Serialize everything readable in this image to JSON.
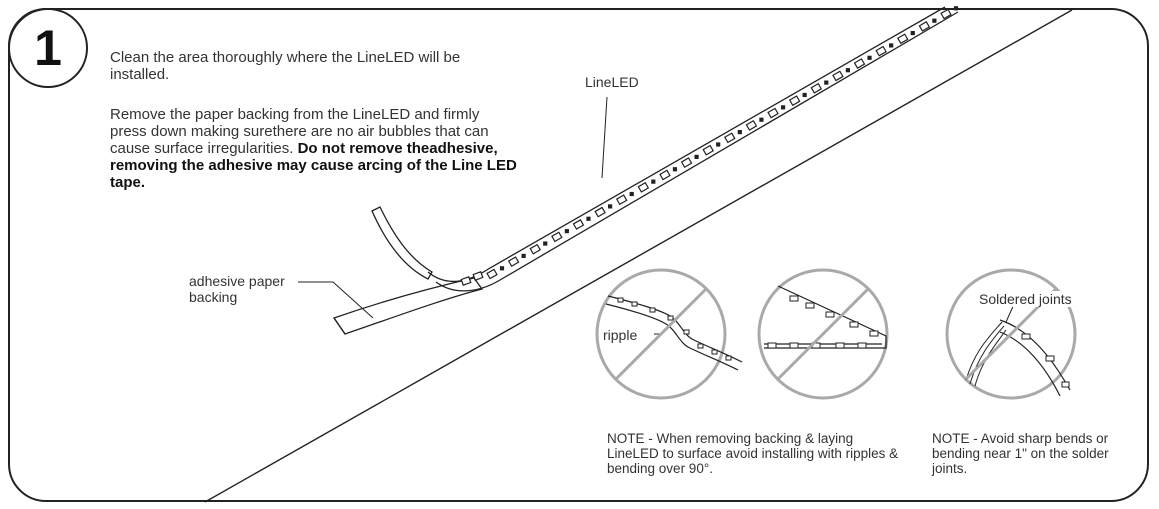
{
  "step": {
    "number": "1"
  },
  "instructions": {
    "intro": "Clean the area thoroughly where the LineLED will be installed.",
    "body": "Remove the paper backing from the LineLED and firmly press down making surethere are no air bubbles that can cause surface irregularities.",
    "warning": "Do not remove theadhesive, removing the adhesive may cause arcing of the Line LED tape."
  },
  "labels": {
    "lineled": "LineLED",
    "backing": "adhesive paper backing",
    "ripple": "ripple",
    "soldered": "Soldered joints"
  },
  "notes": {
    "ripples": "NOTE - When removing backing & laying LineLED to surface avoid installing with ripples & bending over 90°.",
    "bends": "NOTE - Avoid sharp bends or bending near 1\" on the solder joints."
  },
  "colors": {
    "line": "#222222",
    "prohibition": "#a9a9a9"
  },
  "icons": [
    "prohibited-ripple-icon",
    "prohibited-sharp-bend-icon",
    "prohibited-solder-bend-icon"
  ]
}
